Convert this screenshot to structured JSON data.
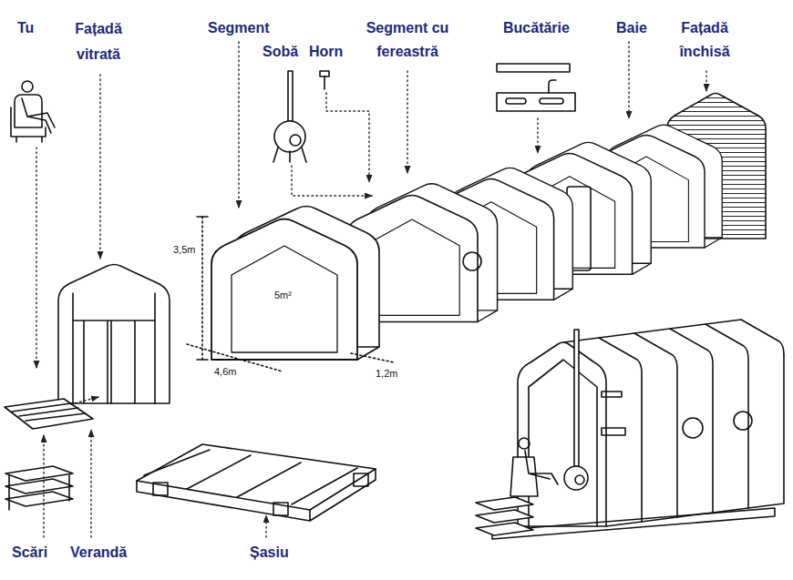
{
  "diagram": {
    "labels": [
      "Tu",
      "Fațadă vitrată",
      "Segment",
      "Sobă",
      "Horn",
      "Segment cu fereastră",
      "Bucătărie",
      "Baie",
      "Fațadă închisă",
      "3,5m",
      "5m²",
      "4,6m",
      "1,2m",
      "Scări",
      "Verandă",
      "Șasiu"
    ]
  }
}
